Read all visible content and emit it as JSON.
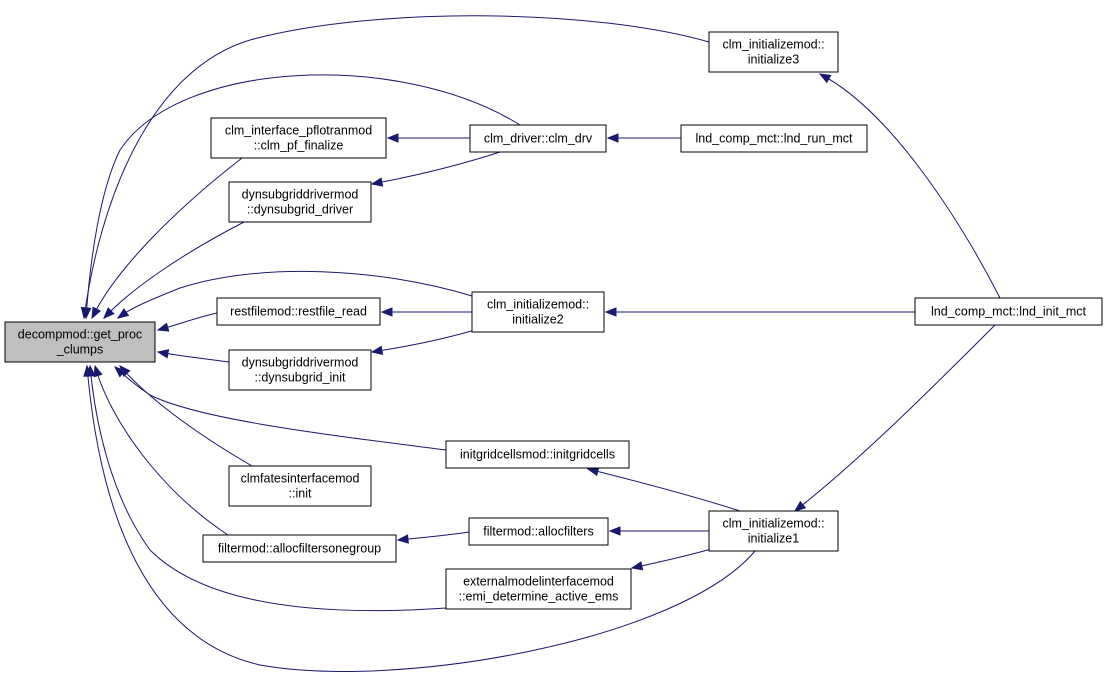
{
  "graph": {
    "colors": {
      "edge": "#191970",
      "focus_fill": "#bfbfbf",
      "node_fill": "#ffffff",
      "border": "#000000"
    },
    "nodes": [
      {
        "id": "get_proc_clumps",
        "lines": [
          "decompmod::get_proc",
          "_clumps"
        ],
        "focus": true
      },
      {
        "id": "clm_pf_finalize",
        "lines": [
          "clm_interface_pflotranmod",
          "::clm_pf_finalize"
        ]
      },
      {
        "id": "dynsubgrid_driver",
        "lines": [
          "dynsubgriddrivermod",
          "::dynsubgrid_driver"
        ]
      },
      {
        "id": "restfile_read",
        "lines": [
          "restfilemod::restfile_read"
        ]
      },
      {
        "id": "dynsubgrid_init",
        "lines": [
          "dynsubgriddrivermod",
          "::dynsubgrid_init"
        ]
      },
      {
        "id": "fates_init",
        "lines": [
          "clmfatesinterfacemod",
          "::init"
        ]
      },
      {
        "id": "allocfiltersonegroup",
        "lines": [
          "filtermod::allocfiltersonegroup"
        ]
      },
      {
        "id": "clm_drv",
        "lines": [
          "clm_driver::clm_drv"
        ]
      },
      {
        "id": "initialize2",
        "lines": [
          "clm_initializemod::",
          "initialize2"
        ]
      },
      {
        "id": "initgridcells",
        "lines": [
          "initgridcellsmod::initgridcells"
        ]
      },
      {
        "id": "allocfilters",
        "lines": [
          "filtermod::allocfilters"
        ]
      },
      {
        "id": "emi_determine_active_ems",
        "lines": [
          "externalmodelinterfacemod",
          "::emi_determine_active_ems"
        ]
      },
      {
        "id": "initialize3",
        "lines": [
          "clm_initializemod::",
          "initialize3"
        ]
      },
      {
        "id": "lnd_run_mct",
        "lines": [
          "lnd_comp_mct::lnd_run_mct"
        ]
      },
      {
        "id": "initialize1",
        "lines": [
          "clm_initializemod::",
          "initialize1"
        ]
      },
      {
        "id": "lnd_init_mct",
        "lines": [
          "lnd_comp_mct::lnd_init_mct"
        ]
      }
    ],
    "edges": [
      {
        "from": "clm_pf_finalize",
        "to": "get_proc_clumps"
      },
      {
        "from": "dynsubgrid_driver",
        "to": "get_proc_clumps"
      },
      {
        "from": "restfile_read",
        "to": "get_proc_clumps"
      },
      {
        "from": "dynsubgrid_init",
        "to": "get_proc_clumps"
      },
      {
        "from": "fates_init",
        "to": "get_proc_clumps"
      },
      {
        "from": "allocfiltersonegroup",
        "to": "get_proc_clumps"
      },
      {
        "from": "clm_drv",
        "to": "get_proc_clumps"
      },
      {
        "from": "initialize2",
        "to": "get_proc_clumps"
      },
      {
        "from": "initgridcells",
        "to": "get_proc_clumps"
      },
      {
        "from": "emi_determine_active_ems",
        "to": "get_proc_clumps"
      },
      {
        "from": "initialize3",
        "to": "get_proc_clumps"
      },
      {
        "from": "initialize1",
        "to": "get_proc_clumps"
      },
      {
        "from": "clm_drv",
        "to": "clm_pf_finalize"
      },
      {
        "from": "clm_drv",
        "to": "dynsubgrid_driver"
      },
      {
        "from": "initialize2",
        "to": "restfile_read"
      },
      {
        "from": "initialize2",
        "to": "dynsubgrid_init"
      },
      {
        "from": "allocfilters",
        "to": "allocfiltersonegroup"
      },
      {
        "from": "lnd_run_mct",
        "to": "clm_drv"
      },
      {
        "from": "lnd_init_mct",
        "to": "initialize2"
      },
      {
        "from": "initialize1",
        "to": "initgridcells"
      },
      {
        "from": "initialize1",
        "to": "allocfilters"
      },
      {
        "from": "initialize1",
        "to": "emi_determine_active_ems"
      },
      {
        "from": "lnd_init_mct",
        "to": "initialize3"
      },
      {
        "from": "lnd_init_mct",
        "to": "initialize1"
      }
    ]
  }
}
